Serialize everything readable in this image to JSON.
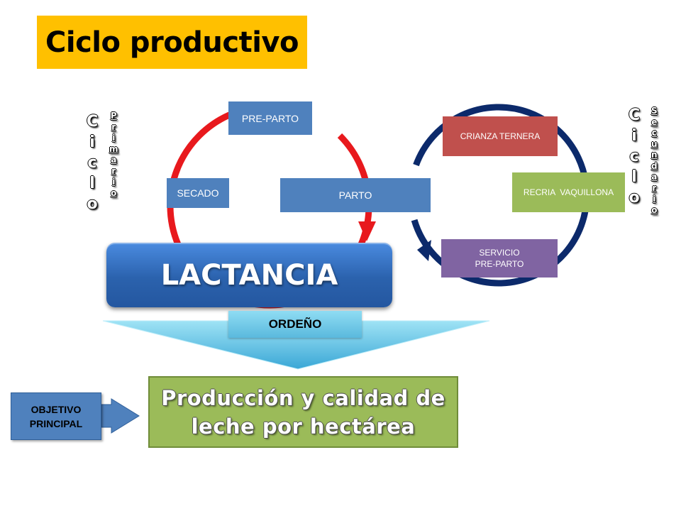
{
  "title": "Ciclo productivo",
  "primary_cycle": {
    "pre_parto": "PRE-PARTO",
    "parto": "PARTO",
    "secado": "SECADO",
    "lactancia": "LACTANCIA",
    "label_word1": [
      "C",
      "i",
      "c",
      "l",
      "o"
    ],
    "label_word2": [
      "P",
      "r",
      "i",
      "m",
      "a",
      "r",
      "i",
      "o"
    ],
    "arc_color": "#e8191d"
  },
  "secondary_cycle": {
    "crianza": "CRIANZA TERNERA",
    "recria": "RECRIA  VAQUILLONA",
    "servicio_line1": "SERVICIO",
    "servicio_line2": "PRE-PARTO",
    "label_word1": [
      "C",
      "i",
      "c",
      "l",
      "o"
    ],
    "label_word2": [
      "S",
      "e",
      "c",
      "u",
      "n",
      "d",
      "a",
      "r",
      "i",
      "o"
    ],
    "arc_color": "#0c2a6b"
  },
  "ordeno": "ORDEÑO",
  "objetivo_line1": "OBJETIVO",
  "objetivo_line2": "PRINCIPAL",
  "produccion_line1": "Producción y calidad de",
  "produccion_line2": "leche por hectárea"
}
